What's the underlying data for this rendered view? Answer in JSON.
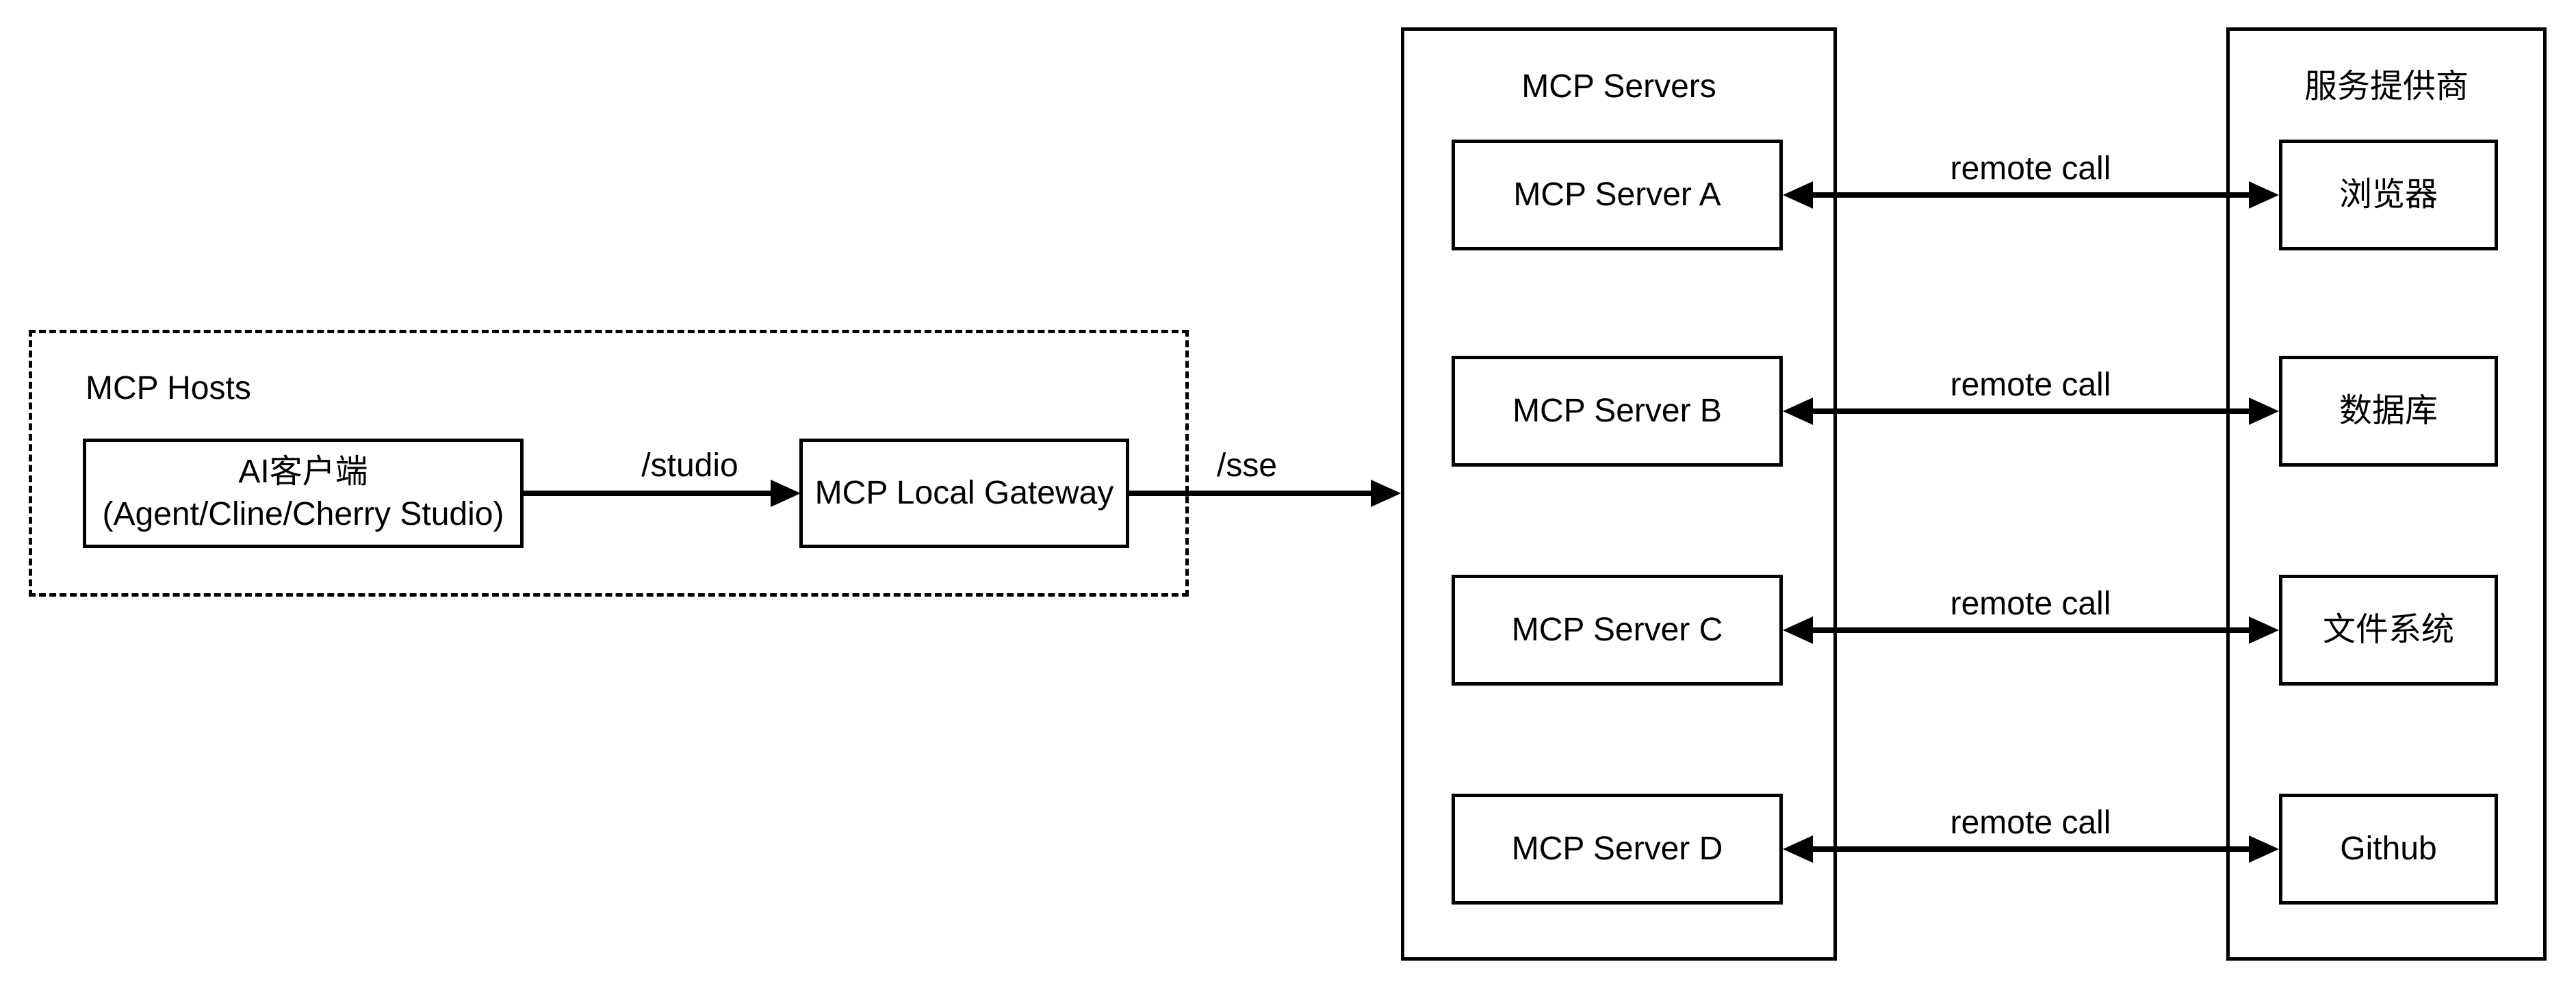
{
  "colors": {
    "stroke": "#000000",
    "background": "#ffffff"
  },
  "diagram": {
    "hosts": {
      "label": "MCP Hosts",
      "ai_client": {
        "line1": "AI客户端",
        "line2": "(Agent/Cline/Cherry Studio)"
      },
      "gateway": {
        "label": "MCP Local Gateway"
      }
    },
    "edges": {
      "studio_label": "/studio",
      "sse_label": "/sse",
      "remote_call_label": "remote call"
    },
    "servers": {
      "title": "MCP Servers",
      "items": [
        {
          "label": "MCP Server A"
        },
        {
          "label": "MCP Server B"
        },
        {
          "label": "MCP Server C"
        },
        {
          "label": "MCP Server D"
        }
      ]
    },
    "providers": {
      "title": "服务提供商",
      "items": [
        {
          "label": "浏览器"
        },
        {
          "label": "数据库"
        },
        {
          "label": "文件系统"
        },
        {
          "label": "Github"
        }
      ]
    }
  }
}
